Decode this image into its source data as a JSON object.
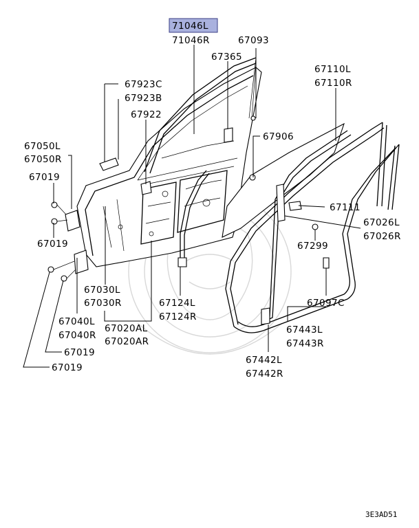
{
  "diagram": {
    "highlight_part": "71046L",
    "footer_code": "3E3AD51",
    "labels": {
      "p71046L": "71046L",
      "p71046R": "71046R",
      "p67093": "67093",
      "p67365": "67365",
      "p67110L": "67110L",
      "p67110R": "67110R",
      "p67923C": "67923C",
      "p67923B": "67923B",
      "p67922": "67922",
      "p67906": "67906",
      "p67050L": "67050L",
      "p67050R": "67050R",
      "p67019a": "67019",
      "p67019b": "67019",
      "p67111": "67111",
      "p67026L": "67026L",
      "p67026R": "67026R",
      "p67299": "67299",
      "p67030L": "67030L",
      "p67030R": "67030R",
      "p67124L": "67124L",
      "p67124R": "67124R",
      "p67097C": "67097C",
      "p67040L": "67040L",
      "p67040R": "67040R",
      "p67020AL": "67020AL",
      "p67020AR": "67020AR",
      "p67443L": "67443L",
      "p67443R": "67443R",
      "p67019c": "67019",
      "p67442L": "67442L",
      "p67442R": "67442R",
      "p67019d": "67019"
    }
  }
}
